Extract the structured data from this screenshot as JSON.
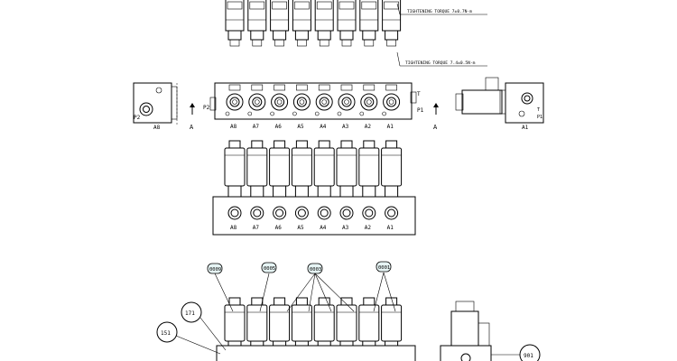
{
  "torque_notes": {
    "top": "TIGHTENING TORQUE 7±0.7N·m",
    "bottom": "TIGHTENING TORQUE 7.4±0.5N·m"
  },
  "ports": {
    "p1": "P1",
    "p2": "P2",
    "t": "T",
    "a_labels": [
      "A8",
      "A7",
      "A6",
      "A5",
      "A4",
      "A3",
      "A2",
      "A1"
    ],
    "left_side": "A8",
    "right_side": "A1"
  },
  "section": {
    "letter": "A"
  },
  "item_numbers": {
    "n171": "171",
    "n151": "151",
    "n901": "901"
  },
  "callout_tags": [
    "0009",
    "0005",
    "0003",
    "0001"
  ]
}
